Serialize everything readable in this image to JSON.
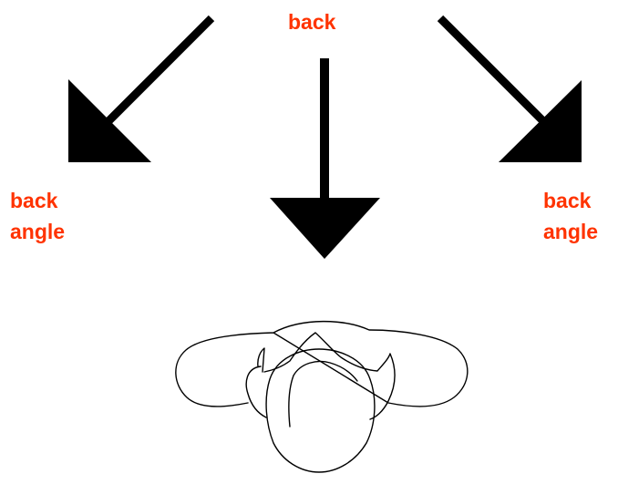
{
  "labels": {
    "top": "back",
    "left_line1": "back",
    "left_line2": "angle",
    "right_line1": "back",
    "right_line2": "angle"
  },
  "colors": {
    "label": "#ff3300",
    "arrow": "#000000",
    "outline": "#000000"
  },
  "icons": {
    "arrows": [
      "arrow-down-left-icon",
      "arrow-down-icon",
      "arrow-down-right-icon"
    ],
    "figure": "person-top-view-icon"
  }
}
